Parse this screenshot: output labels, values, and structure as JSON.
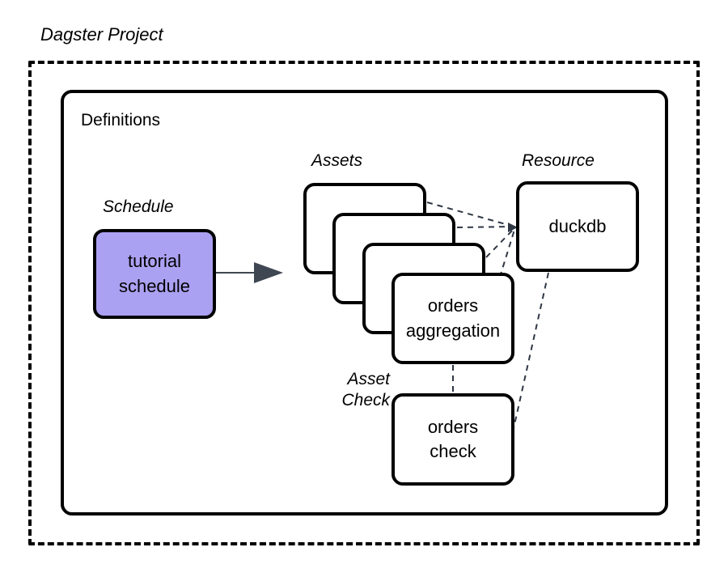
{
  "diagram": {
    "title": "Dagster Project",
    "container_label": "Definitions",
    "groups": {
      "schedule_label": "Schedule",
      "assets_label": "Assets",
      "resource_label": "Resource",
      "asset_check_label": "Asset\nCheck"
    },
    "nodes": {
      "schedule": {
        "text": "tutorial\nschedule",
        "fill": "#aba1f2",
        "stroke": "#000000"
      },
      "asset_stack": {
        "count": 4,
        "front_text": "orders\naggregation",
        "back_text": ""
      },
      "resource": {
        "text": "duckdb"
      },
      "asset_check": {
        "text": "orders\ncheck"
      }
    },
    "edges": [
      {
        "from": "schedule",
        "to": "assets",
        "style": "solid-arrow",
        "color": "#3f4752"
      },
      {
        "from": "asset-1",
        "to": "duckdb",
        "style": "dashed"
      },
      {
        "from": "asset-2",
        "to": "duckdb",
        "style": "dashed"
      },
      {
        "from": "asset-3",
        "to": "duckdb",
        "style": "dashed"
      },
      {
        "from": "asset-4",
        "to": "duckdb",
        "style": "dashed"
      },
      {
        "from": "orders-aggregation",
        "to": "orders-check",
        "style": "dashed"
      },
      {
        "from": "duckdb",
        "to": "orders-check",
        "style": "dashed"
      }
    ],
    "colors": {
      "stroke": "#000000",
      "background": "#ffffff",
      "schedule_fill": "#aba1f2",
      "arrow": "#3f4752",
      "dashed_edge": "#2f3744"
    }
  }
}
